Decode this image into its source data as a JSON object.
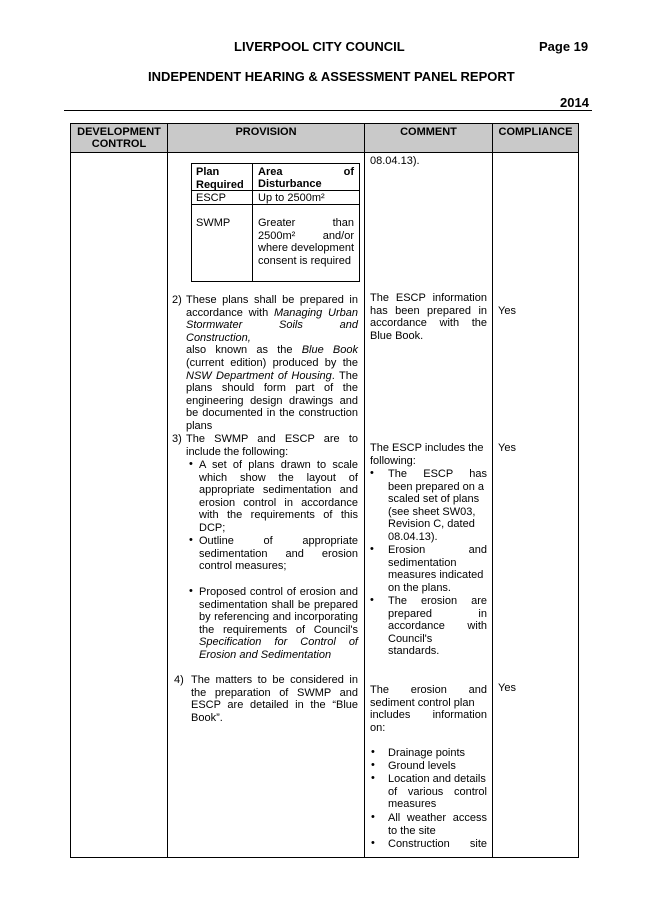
{
  "header": {
    "council": "LIVERPOOL CITY COUNCIL",
    "page": "Page 19",
    "report_title": "INDEPENDENT HEARING & ASSESSMENT PANEL REPORT",
    "year": "2014"
  },
  "table": {
    "columns": [
      "DEVELOPMENT CONTROL",
      "PROVISION",
      "COMMENT",
      "COMPLIANCE"
    ],
    "inner_table": {
      "headers": [
        "Plan Required",
        "Area of Disturbance"
      ],
      "rows": [
        {
          "plan": "ESCP",
          "area": "Up to 2500m²"
        },
        {
          "plan": "SWMP",
          "area": "Greater than 2500m² and/or where development consent is required"
        }
      ]
    },
    "comment_top": "08.04.13).",
    "item2": {
      "num": "2)",
      "l1": "These plans shall be prepared in",
      "l2a": "accordance with ",
      "l2b": "Managing Urban",
      "l3": "Stormwater Soils and Construction,",
      "l4a": "also known as the ",
      "l4b": "Blue Book",
      "l5": "(current edition) produced by the",
      "l6a": "NSW Department of Housing",
      "l6b": ". The",
      "l7": "plans should form part of the",
      "l8": "engineering design drawings and",
      "l9": "be documented in the construction",
      "l10": "plans",
      "comment": [
        "The ESCP information",
        "has been prepared in",
        "accordance with the",
        "Blue Book."
      ],
      "compliance": "Yes"
    },
    "item3": {
      "num": "3)",
      "l1": "The SWMP and ESCP are to",
      "l2": "include the following:",
      "b1": [
        "A set of plans drawn to scale",
        "which show the layout of",
        "appropriate sedimentation and",
        "erosion control in accordance",
        "with the requirements of this",
        "DCP;"
      ],
      "b2": [
        "Outline of appropriate",
        "sedimentation and erosion",
        "control measures;"
      ],
      "b3": [
        "Proposed control of erosion and",
        "sedimentation shall be prepared",
        "by referencing and incorporating",
        "the requirements of Council's"
      ],
      "b3_italic": [
        "Specification for Control of",
        "Erosion and Sedimentation"
      ],
      "comment_intro": [
        "The ESCP includes the",
        "following:"
      ],
      "cb1": [
        "The ESCP has",
        "been prepared on a",
        "scaled set of plans",
        "(see sheet SW03,",
        "Revision C, dated",
        "08.04.13)."
      ],
      "cb2": [
        "Erosion and",
        "sedimentation",
        "measures indicated",
        "on the plans."
      ],
      "cb3": [
        "The erosion are",
        "prepared in",
        "accordance with",
        "Council's",
        "standards."
      ],
      "compliance": "Yes"
    },
    "item4": {
      "num": "4)",
      "lines": [
        "The matters to be considered in",
        "the preparation of SWMP and",
        "ESCP are detailed in the “Blue",
        "Book”."
      ],
      "comment_intro": [
        "The erosion and",
        "sediment control plan",
        "includes information",
        "on:"
      ],
      "cb": [
        [
          "Drainage points"
        ],
        [
          "Ground levels"
        ],
        [
          "Location and details",
          "of various control",
          "measures"
        ],
        [
          "All weather access",
          "to the site"
        ],
        [
          "Construction site"
        ]
      ],
      "compliance": "Yes"
    }
  }
}
